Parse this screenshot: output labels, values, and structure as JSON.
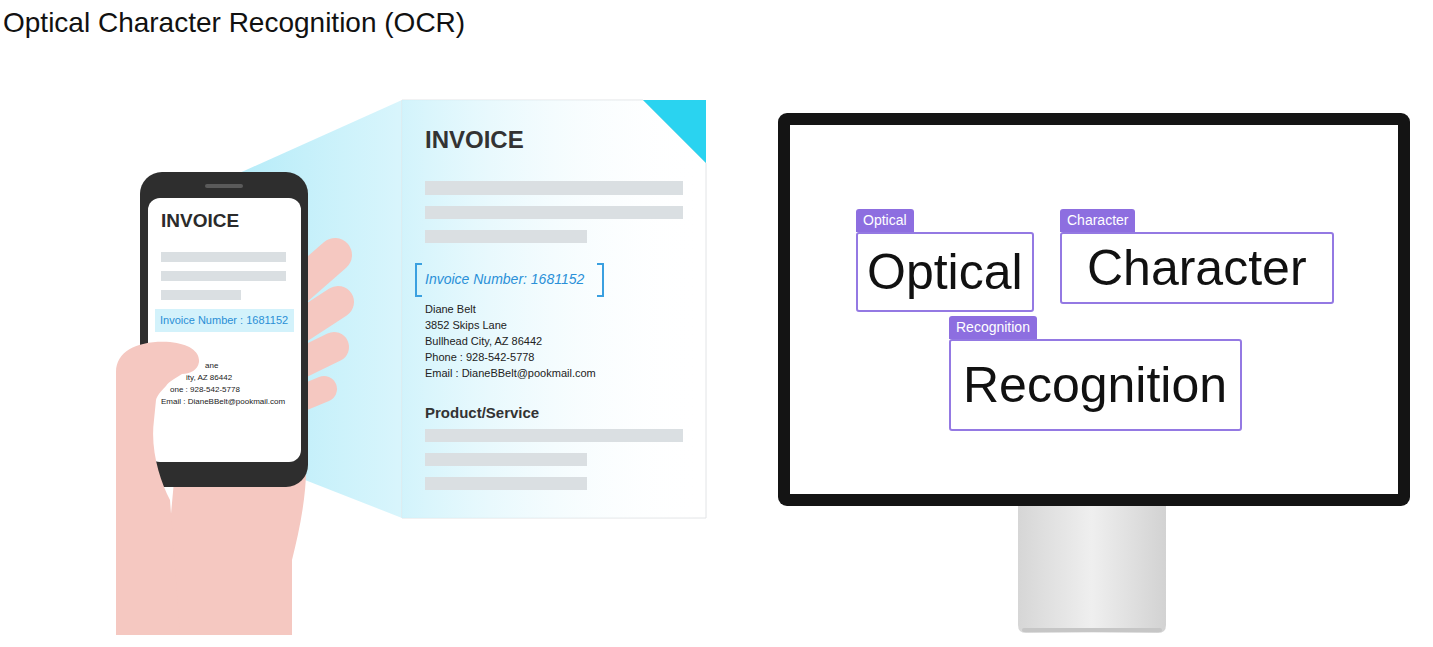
{
  "diagram": {
    "title": "Optical Character Recognition (OCR)",
    "nodes": [
      {
        "text": [
          "INVOICE",
          "ane",
          "ity, AZ 86442",
          "one : 928-542-5778",
          "Email : DianeBBelt@pookmail.com"
        ]
      },
      {
        "text": [
          "Invoice Number : 1681152"
        ],
        "in": 0
      },
      {
        "text": [
          "INVOICE",
          "Invoice Number: 1681152",
          "Diane Belt",
          "3852 Skips Lane",
          "Bullhead City, AZ 86442",
          "Phone : 928-542-5778",
          "Email : DianeBBelt@pookmail.com",
          "Product/Service"
        ]
      },
      {
        "text": [
          "Optical",
          "Optical"
        ]
      },
      {
        "text": [
          "Character",
          "Character"
        ]
      },
      {
        "text": [
          "Recognition",
          "Recognition"
        ]
      }
    ]
  }
}
